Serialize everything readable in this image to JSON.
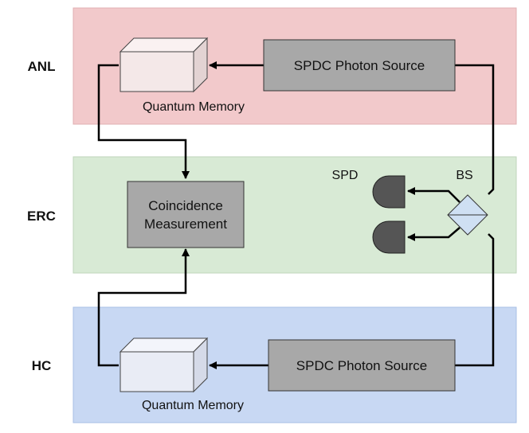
{
  "sites": [
    {
      "key": "anl",
      "name": "ANL",
      "color": "#f2c9cb"
    },
    {
      "key": "erc",
      "name": "ERC",
      "color": "#d8ead5"
    },
    {
      "key": "hc",
      "name": "HC",
      "color": "#c8d8f3"
    }
  ],
  "components": {
    "source_anl": "SPDC Photon Source",
    "source_hc": "SPDC Photon Source",
    "memory_anl": "Quantum Memory",
    "memory_hc": "Quantum Memory",
    "coincidence_line1": "Coincidence",
    "coincidence_line2": "Measurement",
    "detector_label": "SPD",
    "beamsplitter_label": "BS"
  },
  "colors": {
    "box_fill": "#a8a8a8",
    "box_stroke": "#333333",
    "memory_anl_face": "#f4e8e8",
    "memory_hc_face": "#e9ecf5",
    "detector_fill": "#555555",
    "beamsplitter_fill": "#cfe0f3",
    "arrow": "#000000"
  }
}
